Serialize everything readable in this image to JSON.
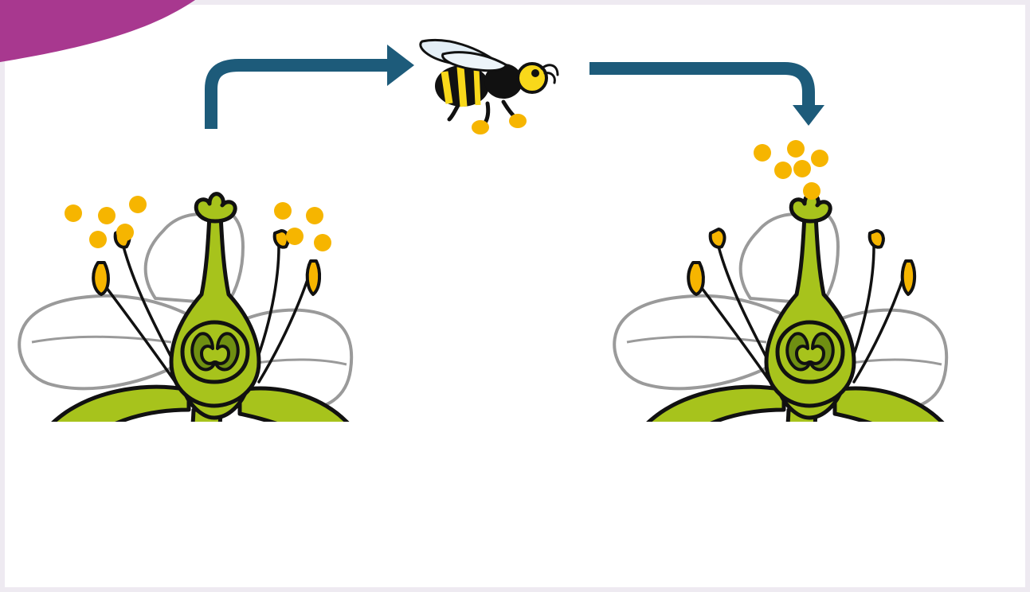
{
  "colors": {
    "background": "#ffffff",
    "frame": "#eeeaf1",
    "corner_accent": "#a8388f",
    "arrow": "#1d5b7a",
    "pollen": "#f6b500",
    "flower_green": "#a7c31c",
    "flower_dark_green": "#6f8f12",
    "outline": "#111111",
    "petal_fill": "#ffffff",
    "petal_stroke": "#9a9a9a",
    "bee_yellow": "#f8d81a",
    "bee_black": "#111111",
    "bee_wing": "#e3eef6"
  },
  "diagram": {
    "nodes": [
      {
        "id": "flower-source",
        "icon": "flower-with-pollen-icon"
      },
      {
        "id": "pollinator",
        "icon": "bee-icon"
      },
      {
        "id": "flower-destination",
        "icon": "flower-receiving-pollen-icon"
      }
    ],
    "edges": [
      {
        "from": "flower-source",
        "to": "pollinator",
        "icon": "arrow-right-icon"
      },
      {
        "from": "pollinator",
        "to": "flower-destination",
        "icon": "arrow-down-icon"
      }
    ]
  }
}
